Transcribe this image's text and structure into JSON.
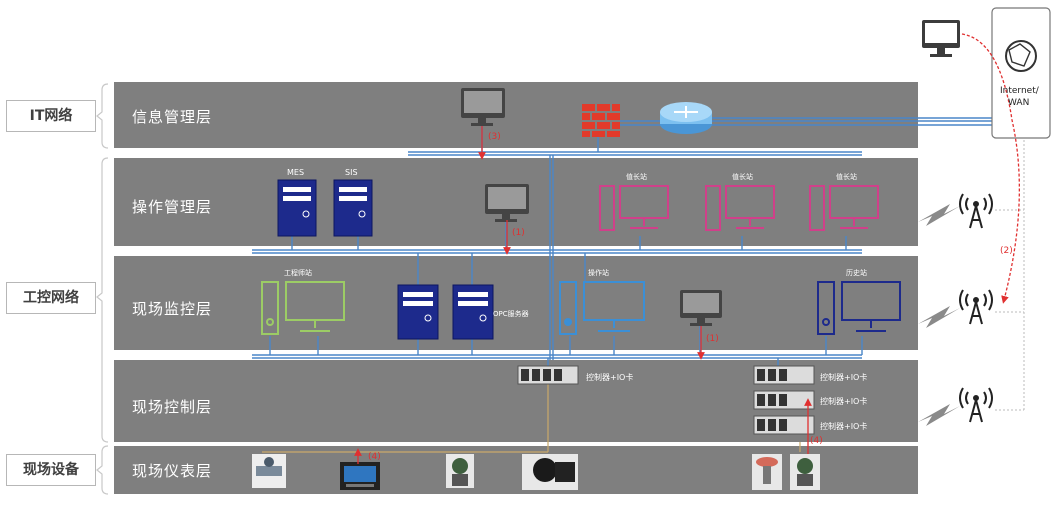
{
  "side_labels": {
    "it": "IT网络",
    "ics": "工控网络",
    "field": "现场设备"
  },
  "layers": {
    "info": "信息管理层",
    "ops": "操作管理层",
    "monitor": "现场监控层",
    "control": "现场控制层",
    "instrument": "现场仪表层"
  },
  "stations": {
    "mes": "MES",
    "sis": "SIS",
    "duty1": "值长站",
    "duty2": "值长站",
    "duty3": "值长站",
    "engineer": "工程师站",
    "opc": "OPC服务器",
    "operator": "操作站",
    "history": "历史站"
  },
  "controllers": {
    "c1": "控制器+IO卡",
    "c2": "控制器+IO卡",
    "c3": "控制器+IO卡",
    "c4": "控制器+IO卡"
  },
  "internet": {
    "line1": "Internet/",
    "line2": "WAN"
  },
  "arrows": {
    "a1": "(1)",
    "a2": "(1)",
    "a3": "(3)",
    "a4": "(4)",
    "a5": "(4)",
    "a6": "(2)"
  },
  "colors": {
    "layer_bg": "#7f7f7f",
    "network_line": "#4a86c8",
    "attack_arrow": "#e03030",
    "duty_station": "#d0408a",
    "engineer_station": "#9ccc65",
    "server": "#1d2a8c",
    "operator_station": "#3b8fd6"
  }
}
